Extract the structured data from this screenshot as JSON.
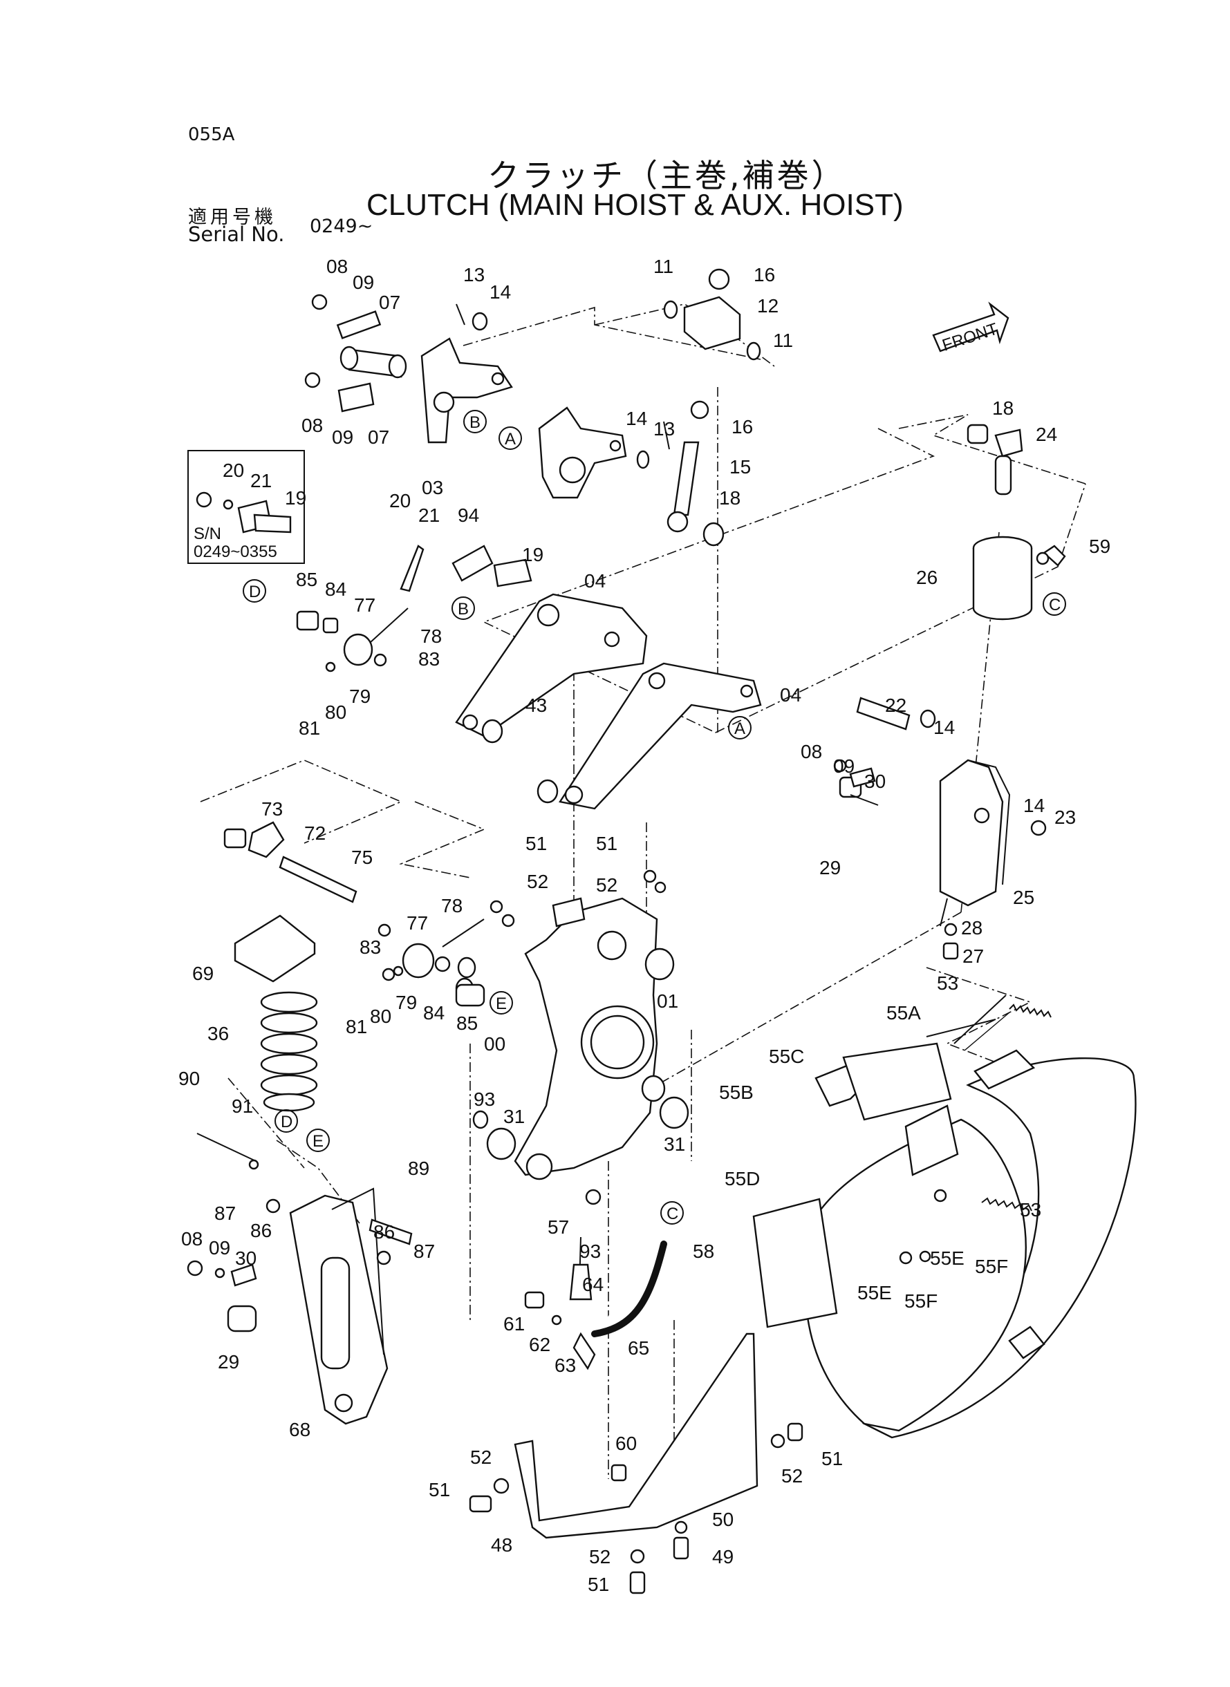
{
  "header": {
    "page_code": "055A",
    "title_jp": "クラッチ（主巻,補巻）",
    "title_en": "CLUTCH (MAIN HOIST & AUX. HOIST)",
    "serial_jp": "適用号機",
    "serial_en": "Serial No.",
    "serial_value": "0249~"
  },
  "inset": {
    "sn_label": "S/N",
    "sn_range": "0249~0355"
  },
  "front_label": "FRONT",
  "reference_marks": [
    "A",
    "B",
    "C",
    "D",
    "E"
  ],
  "part_labels": {
    "p08a": "08",
    "p09a": "09",
    "p07a": "07",
    "p08b": "08",
    "p09b": "09",
    "p07b": "07",
    "p03": "03",
    "p13a": "13",
    "p14a": "14",
    "p11a": "11",
    "p16a": "16",
    "p12": "12",
    "p11b": "11",
    "p14b": "14",
    "p13b": "13",
    "p16b": "16",
    "p15": "15",
    "p18a": "18",
    "p24": "24",
    "p18b": "18",
    "p20a": "20",
    "p21a": "21",
    "p19a": "19",
    "p20b": "20",
    "p21b": "21",
    "p94": "94",
    "p19b": "19",
    "p04a": "04",
    "p04b": "04",
    "p26": "26",
    "p59": "59",
    "p85a": "85",
    "p84a": "84",
    "p77a": "77",
    "p78a": "78",
    "p83a": "83",
    "p79a": "79",
    "p80a": "80",
    "p81a": "81",
    "p43": "43",
    "p22": "22",
    "p14c": "14",
    "p08c": "08",
    "p09c": "09",
    "p30a": "30",
    "p14d": "14",
    "p23": "23",
    "p29a": "29",
    "p25": "25",
    "p28": "28",
    "p27": "27",
    "p73": "73",
    "p72": "72",
    "p75": "75",
    "p51a": "51",
    "p52a": "52",
    "p51b": "51",
    "p52b": "52",
    "p78b": "78",
    "p77b": "77",
    "p83b": "83",
    "p69": "69",
    "p01": "01",
    "p79b": "79",
    "p80b": "80",
    "p81b": "81",
    "p84b": "84",
    "p85b": "85",
    "p36": "36",
    "p00": "00",
    "p53a": "53",
    "p55a": "55A",
    "p55c": "55C",
    "p55b": "55B",
    "p90": "90",
    "p91": "91",
    "p93a": "93",
    "p31a": "31",
    "p31b": "31",
    "p89": "89",
    "p55d": "55D",
    "p53b": "53",
    "p87a": "87",
    "p86a": "86",
    "p86b": "86",
    "p87b": "87",
    "p57": "57",
    "p93b": "93",
    "p58": "58",
    "p55e1": "55E",
    "p55f1": "55F",
    "p55e2": "55E",
    "p55f2": "55F",
    "p08d": "08",
    "p09d": "09",
    "p30b": "30",
    "p64": "64",
    "p61": "61",
    "p62": "62",
    "p63": "63",
    "p65": "65",
    "p29b": "29",
    "p68": "68",
    "p60": "60",
    "p52c": "52",
    "p51c": "51",
    "p52d": "52",
    "p51d": "51",
    "p50": "50",
    "p48": "48",
    "p52e": "52",
    "p49": "49",
    "p51e": "51"
  }
}
